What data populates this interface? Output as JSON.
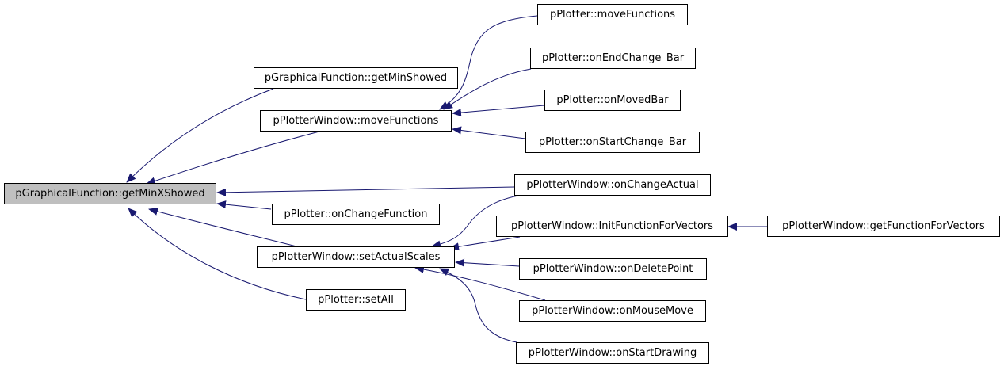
{
  "colors": {
    "edge": "#191970",
    "root_fill": "#bfbfbf",
    "node_border": "#000000"
  },
  "nodes": {
    "root": "pGraphicalFunction::getMinXShowed",
    "getMinShowed": "pGraphicalFunction::getMinShowed",
    "pwMoveFunctions": "pPlotterWindow::moveFunctions",
    "onChangeFunction": "pPlotter::onChangeFunction",
    "pwSetActualScales": "pPlotterWindow::setActualScales",
    "setAll": "pPlotter::setAll",
    "pMoveFunctions": "pPlotter::moveFunctions",
    "onEndChangeBar": "pPlotter::onEndChange_Bar",
    "onMovedBar": "pPlotter::onMovedBar",
    "onStartChangeBar": "pPlotter::onStartChange_Bar",
    "onChangeActual": "pPlotterWindow::onChangeActual",
    "initFunctionForVectors": "pPlotterWindow::InitFunctionForVectors",
    "onDeletePoint": "pPlotterWindow::onDeletePoint",
    "onMouseMove": "pPlotterWindow::onMouseMove",
    "onStartDrawing": "pPlotterWindow::onStartDrawing",
    "getFunctionForVectors": "pPlotterWindow::getFunctionForVectors"
  },
  "edges": [
    {
      "from": "getMinShowed",
      "to": "root"
    },
    {
      "from": "pwMoveFunctions",
      "to": "root"
    },
    {
      "from": "onChangeActual",
      "to": "root"
    },
    {
      "from": "onChangeFunction",
      "to": "root"
    },
    {
      "from": "pwSetActualScales",
      "to": "root"
    },
    {
      "from": "setAll",
      "to": "root"
    },
    {
      "from": "pMoveFunctions",
      "to": "pwMoveFunctions"
    },
    {
      "from": "onEndChangeBar",
      "to": "pwMoveFunctions"
    },
    {
      "from": "onMovedBar",
      "to": "pwMoveFunctions"
    },
    {
      "from": "onStartChangeBar",
      "to": "pwMoveFunctions"
    },
    {
      "from": "onChangeActual",
      "to": "pwSetActualScales"
    },
    {
      "from": "initFunctionForVectors",
      "to": "pwSetActualScales"
    },
    {
      "from": "onDeletePoint",
      "to": "pwSetActualScales"
    },
    {
      "from": "onMouseMove",
      "to": "pwSetActualScales"
    },
    {
      "from": "onStartDrawing",
      "to": "pwSetActualScales"
    },
    {
      "from": "getFunctionForVectors",
      "to": "initFunctionForVectors"
    }
  ]
}
